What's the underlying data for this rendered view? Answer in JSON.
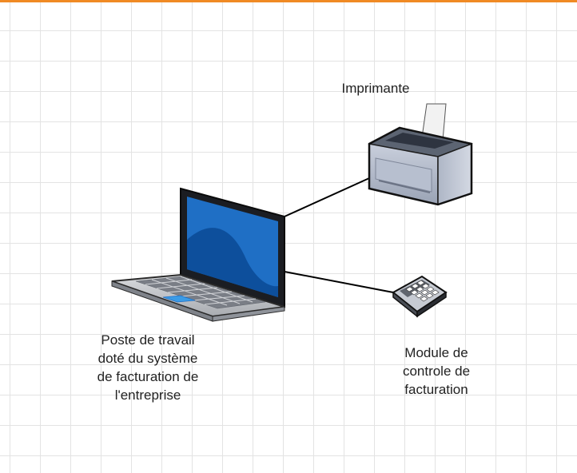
{
  "colors": {
    "top_bar": "#f08a24",
    "grid_line": "#e3e3e3",
    "connector": "#000000",
    "screen": "#1f6fc5",
    "screen_dark": "#0d4f9c"
  },
  "nodes": {
    "printer": {
      "icon": "printer-icon",
      "label": "Imprimante"
    },
    "laptop": {
      "icon": "laptop-icon",
      "label_lines": [
        "Poste de travail",
        "doté du système",
        "de facturation de",
        "l'entreprise"
      ]
    },
    "module": {
      "icon": "keypad-terminal-icon",
      "label_lines": [
        "Module de",
        "controle de",
        "facturation"
      ]
    }
  },
  "edges": [
    {
      "from": "laptop",
      "to": "printer"
    },
    {
      "from": "laptop",
      "to": "module"
    }
  ]
}
